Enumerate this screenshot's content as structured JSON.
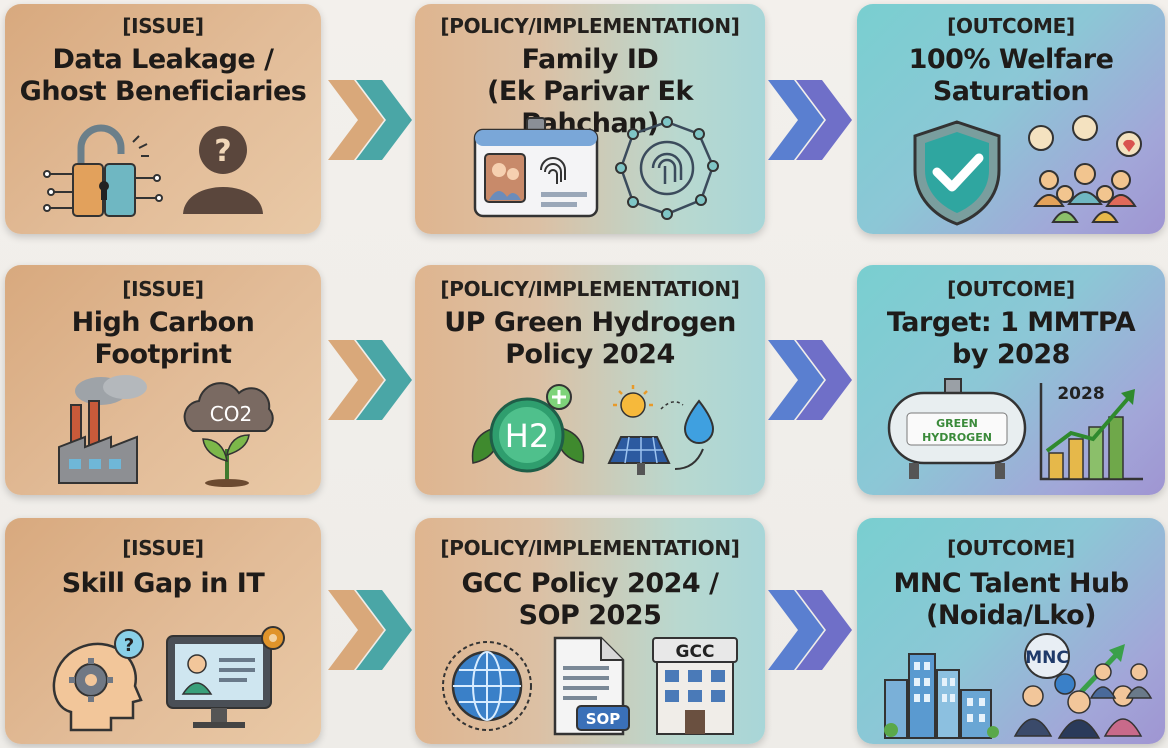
{
  "rows": [
    {
      "issue": {
        "tag": "[ISSUE]",
        "line1": "Data Leakage /",
        "line2": "Ghost Beneficiaries"
      },
      "policy": {
        "tag": "[POLICY/IMPLEMENTATION]",
        "line1": "Family ID",
        "line2": "(Ek Parivar Ek Pahchan)"
      },
      "outcome": {
        "tag": "[OUTCOME]",
        "line1": "100% Welfare",
        "line2": "Saturation"
      }
    },
    {
      "issue": {
        "tag": "[ISSUE]",
        "line1": "High Carbon",
        "line2": "Footprint",
        "icon_text": "CO2"
      },
      "policy": {
        "tag": "[POLICY/IMPLEMENTATION]",
        "line1": "UP Green Hydrogen",
        "line2": "Policy 2024",
        "icon_text": "H2"
      },
      "outcome": {
        "tag": "[OUTCOME]",
        "line1": "Target: 1 MMTPA",
        "line2": "by 2028",
        "tank_label1": "GREEN",
        "tank_label2": "HYDROGEN",
        "chart_label": "2028"
      }
    },
    {
      "issue": {
        "tag": "[ISSUE]",
        "line1": "Skill Gap in IT"
      },
      "policy": {
        "tag": "[POLICY/IMPLEMENTATION]",
        "line1": "GCC Policy 2024 /",
        "line2": "SOP 2025",
        "sop_label": "SOP",
        "gcc_label": "GCC"
      },
      "outcome": {
        "tag": "[OUTCOME]",
        "line1": "MNC Talent Hub",
        "line2": "(Noida/Lko)",
        "mnc_label": "MNC"
      }
    }
  ],
  "colors": {
    "issue": "#d8a97e",
    "policy": "#c8d6c4",
    "outcome": "#8fbfd8",
    "chevron_tan": "#d9a87a",
    "chevron_teal": "#4aa6a6",
    "chevron_purple": "#6f6fc8"
  },
  "icons": [
    "padlock-circuit-icon",
    "ghost-person-icon",
    "id-card-icon",
    "fingerprint-network-icon",
    "shield-check-icon",
    "beneficiaries-group-icon",
    "factory-icon",
    "co2-cloud-icon",
    "h2-leaf-icon",
    "solar-water-icon",
    "hydrogen-tank-icon",
    "growth-chart-icon",
    "brain-gear-icon",
    "computer-user-icon",
    "globe-icon",
    "sop-document-icon",
    "gcc-building-icon",
    "city-skyline-icon",
    "mnc-professionals-icon"
  ]
}
